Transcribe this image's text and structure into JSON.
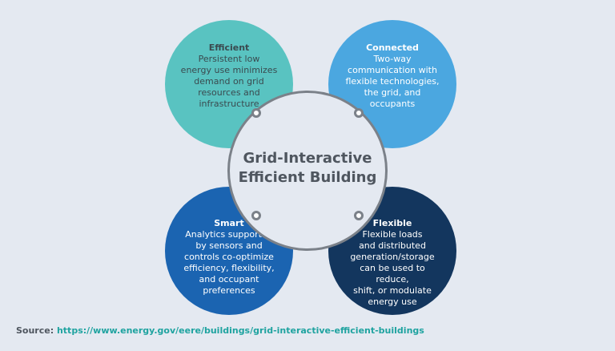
{
  "center": {
    "title": "Grid-Interactive\nEfficient Building"
  },
  "petals": [
    {
      "title": "Efficient",
      "body": "Persistent low\nenergy use minimizes\ndemand on grid\nresources and\ninfrastructure",
      "color": "#59c3c1"
    },
    {
      "title": "Connected",
      "body": "Two-way\ncommunication with\nflexible technologies,\nthe grid, and\noccupants",
      "color": "#4ba7e0"
    },
    {
      "title": "Smart",
      "body": "Analytics supported\nby sensors and\ncontrols co-optimize\nefficiency, flexibility,\nand occupant\npreferences",
      "color": "#1b64b1"
    },
    {
      "title": "Flexible",
      "body": "Flexible loads\nand distributed\ngeneration/storage\ncan be used to reduce,\nshift, or modulate\nenergy use",
      "color": "#13365e"
    }
  ],
  "source": {
    "label": "Source:",
    "url": "https://www.energy.gov/eere/buildings/grid-interactive-efficient-buildings"
  },
  "colors": {
    "background": "#e4e9f1",
    "ring": "#7b8189",
    "source_link": "#1fa3a0"
  }
}
